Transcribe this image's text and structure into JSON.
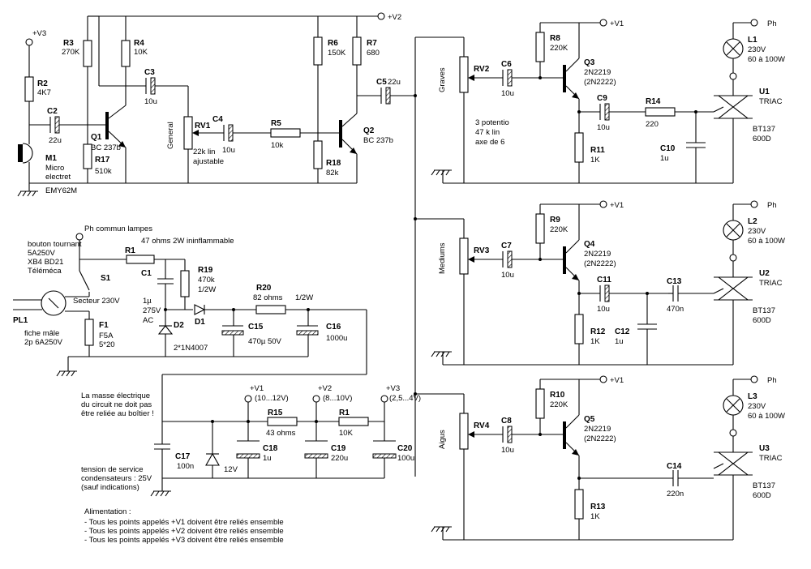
{
  "supplies": {
    "v1": "+V1",
    "v2": "+V2",
    "v3": "+V3",
    "v1_range": "(10...12V)",
    "v2_range": "(8...10V)",
    "v3_range": "(2,5...4V)",
    "ph": "Ph",
    "ph_common": "Ph  commun lampes"
  },
  "preamp": {
    "r2": {
      "ref": "R2",
      "val": "4K7"
    },
    "c2": {
      "ref": "C2",
      "val": "22u"
    },
    "r3": {
      "ref": "R3",
      "val": "270K"
    },
    "r17": {
      "ref": "R17",
      "val": "510k"
    },
    "q1": {
      "ref": "Q1",
      "val": "BC 237b"
    },
    "r4": {
      "ref": "R4",
      "val": "10K"
    },
    "c3": {
      "ref": "C3",
      "val": "10u"
    },
    "rv1": {
      "ref": "RV1",
      "val": "22k lin",
      "val2": "ajustable",
      "name": "General"
    },
    "c4": {
      "ref": "C4",
      "val": "10u"
    },
    "r5": {
      "ref": "R5",
      "val": "10k"
    },
    "r6": {
      "ref": "R6",
      "val": "150K"
    },
    "r18": {
      "ref": "R18",
      "val": "82k"
    },
    "r7": {
      "ref": "R7",
      "val": "680"
    },
    "q2": {
      "ref": "Q2",
      "val": "BC 237b"
    },
    "c5": {
      "ref": "C5",
      "val": "22u"
    },
    "m1": {
      "ref": "M1",
      "l1": "Micro",
      "l2": "electret",
      "l3": "EMY62M"
    }
  },
  "channels": [
    {
      "name": "Graves",
      "rv": "RV2",
      "c_in": "C6",
      "c_in_val": "10u",
      "r_bias": "R8",
      "r_bias_val": "220K",
      "q": "Q3",
      "q_val1": "2N2219",
      "q_val2": "(2N2222)",
      "r_e": "R11",
      "r_e_val": "1K",
      "c_out": "C9",
      "c_out_val": "10u",
      "r_s": "R14",
      "r_s_val": "220",
      "c_f": "C10",
      "c_f_val": "1u",
      "lamp": "L1",
      "lamp_v": "230V",
      "lamp_p": "60 à 100W",
      "triac": "U1",
      "triac_t": "TRIAC",
      "triac_p1": "BT137",
      "triac_p2": "600D",
      "note1": "3 potentio",
      "note2": "47 k lin",
      "note3": "axe de 6"
    },
    {
      "name": "Mediums",
      "rv": "RV3",
      "c_in": "C7",
      "c_in_val": "10u",
      "r_bias": "R9",
      "r_bias_val": "220K",
      "q": "Q4",
      "q_val1": "2N2219",
      "q_val2": "(2N2222)",
      "r_e": "R12",
      "r_e_val": "1K",
      "c_out": "C11",
      "c_out_val": "10u",
      "c_sh": "C12",
      "c_sh_val": "1u",
      "c_s": "C13",
      "c_s_val": "470n",
      "lamp": "L2",
      "lamp_v": "230V",
      "lamp_p": "60 à 100W",
      "triac": "U2",
      "triac_t": "TRIAC",
      "triac_p1": "BT137",
      "triac_p2": "600D"
    },
    {
      "name": "Aigus",
      "rv": "RV4",
      "c_in": "C8",
      "c_in_val": "10u",
      "r_bias": "R10",
      "r_bias_val": "220K",
      "q": "Q5",
      "q_val1": "2N2219",
      "q_val2": "(2N2222)",
      "r_e": "R13",
      "r_e_val": "1K",
      "c_s": "C14",
      "c_s_val": "220n",
      "lamp": "L3",
      "lamp_v": "230V",
      "lamp_p": "60 à 100W",
      "triac": "U3",
      "triac_t": "TRIAC",
      "triac_p1": "BT137",
      "triac_p2": "600D"
    }
  ],
  "psu": {
    "switch_note1": "bouton tournant",
    "switch_note2": "5A250V",
    "switch_note3": "XB4 BD21",
    "switch_note4": "Téléméca",
    "s1": "S1",
    "mains": "Secteur 230V",
    "pl1": "PL1",
    "plug1": "fiche mâle",
    "plug2": "2p 6A250V",
    "f1": "F1",
    "f1_val1": "F5A",
    "f1_val2": "5*20",
    "r1a": "R1",
    "r1a_note": "47 ohms  2W  ininflammable",
    "c1": "C1",
    "c1_val1": "1µ",
    "c1_val2": "275V",
    "c1_val3": "AC",
    "r19": "R19",
    "r19_val1": "470k",
    "r19_val2": "1/2W",
    "d1": "D1",
    "d2": "D2",
    "d_val": "2*1N4007",
    "r20": "R20",
    "r20_val": "82  ohms",
    "r20_w": "1/2W",
    "c15": "C15",
    "c15_val": "470µ  50V",
    "c16": "C16",
    "c16_val": "1000u",
    "chassis1": "La masse électrique",
    "chassis2": "du circuit ne doit pas",
    "chassis3": "être reliée au boîtier !",
    "cap1": "tension de service",
    "cap2": "condensateurs : 25V",
    "cap3": "(sauf indications)",
    "c17": "C17",
    "c17_val": "100n",
    "zener": "12V",
    "r15": "R15",
    "r15_val": "43 ohms",
    "r1b": "R1",
    "r1b_val": "10K",
    "c18": "C18",
    "c18_val": "1u",
    "c19": "C19",
    "c19_val": "220u",
    "c20": "C20",
    "c20_val": "100u"
  },
  "notes": {
    "title": "Alimentation :",
    "line1": "- Tous les points appelés +V1 doivent être reliés ensemble",
    "line2": "- Tous les points appelés +V2 doivent être reliés ensemble",
    "line3": "- Tous les points appelés +V3 doivent être reliés ensemble"
  }
}
